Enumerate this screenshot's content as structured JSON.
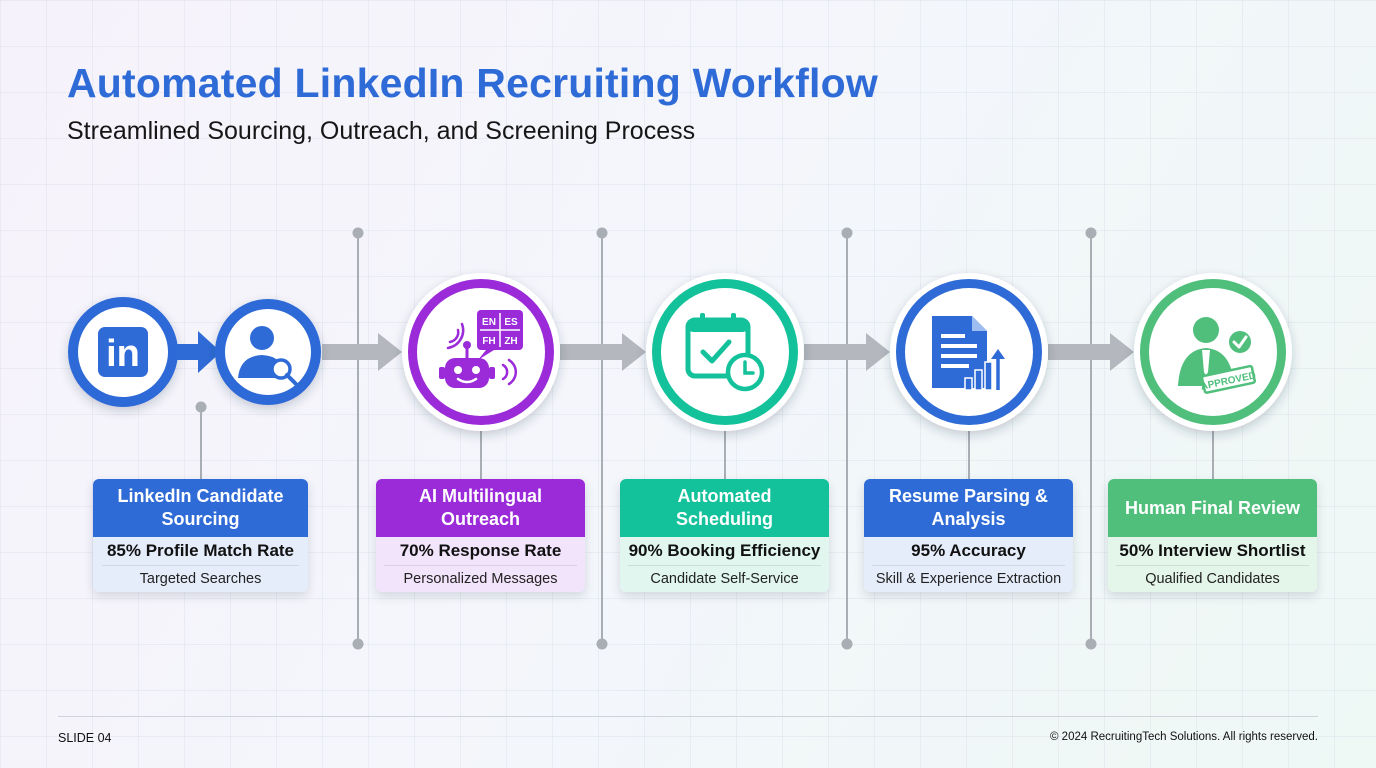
{
  "title": "Automated LinkedIn Recruiting Workflow",
  "subtitle": "Streamlined Sourcing, Outreach, and Screening Process",
  "icons": {
    "step1_primary": "linkedin-icon",
    "step1_secondary": "user-search-icon",
    "step2": "robot-translate-icon",
    "step3": "calendar-clock-icon",
    "step4": "document-chart-icon",
    "step5": "approved-person-icon"
  },
  "icon_text": {
    "linkedin": "in",
    "lang_en": "EN",
    "lang_es": "ES",
    "lang_fh": "FH",
    "lang_zh": "ZH",
    "stamp": "APPROVED"
  },
  "steps": [
    {
      "title": "LinkedIn Candidate Sourcing",
      "metric": "85% Profile Match Rate",
      "desc": "Targeted Searches",
      "color": "#2f6bd7",
      "tint": "#e5edfb"
    },
    {
      "title": "AI Multilingual Outreach",
      "metric": "70% Response Rate",
      "desc": "Personalized Messages",
      "color": "#9b2bd9",
      "tint": "#f2e4fb"
    },
    {
      "title": "Automated Scheduling",
      "metric": "90% Booking Efficiency",
      "desc": "Candidate Self-Service",
      "color": "#13c29a",
      "tint": "#e0f6ef"
    },
    {
      "title": "Resume Parsing & Analysis",
      "metric": "95% Accuracy",
      "desc": "Skill & Experience Extraction",
      "color": "#2f6bd7",
      "tint": "#e5edfb"
    },
    {
      "title": "Human Final Review",
      "metric": "50% Interview Shortlist",
      "desc": "Qualified Candidates",
      "color": "#4fbf7b",
      "tint": "#e4f5ea"
    }
  ],
  "footer": {
    "slide": "SLIDE 04",
    "copyright": "© 2024 RecruitingTech Solutions. All rights reserved."
  }
}
